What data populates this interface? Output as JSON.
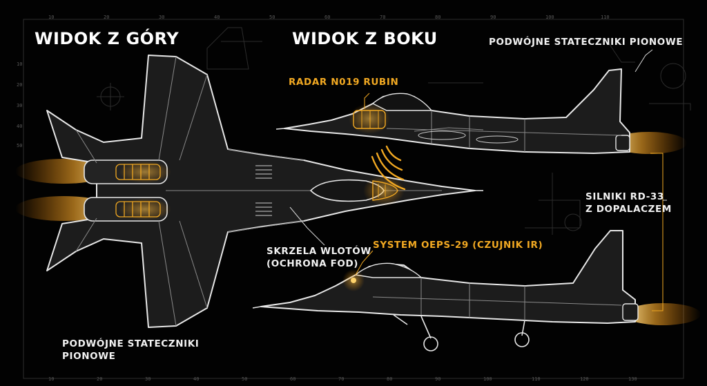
{
  "headings": {
    "top_view": "WIDOK Z GÓRY",
    "side_view": "WIDOK Z BOKU"
  },
  "labels": {
    "vertical_stabilizers_side": "PODWÓJNE STATECZNIKI PIONOWE",
    "radar": "RADAR N019 RUBIN",
    "engines_line1": "SILNIKI RD-33",
    "engines_line2": "Z DOPALACZEM",
    "intake_line1": "SKRZELA WLOTÓW",
    "intake_line2": "(OCHRONA FOD)",
    "irst": "SYSTEM OEPS-29 (CZUJNIK IR)",
    "vertical_stabilizers_top_line1": "PODWÓJNE STATECZNIKI",
    "vertical_stabilizers_top_line2": "PIONOWE"
  },
  "rulers": {
    "top": [
      "10",
      "20",
      "30",
      "40",
      "50",
      "60",
      "70",
      "80",
      "90",
      "100",
      "110"
    ],
    "bottom": [
      "10",
      "20",
      "30",
      "40",
      "50",
      "60",
      "70",
      "80",
      "90",
      "100",
      "110",
      "120",
      "130"
    ],
    "left": [
      "10",
      "20",
      "30",
      "40",
      "50"
    ]
  },
  "colors": {
    "background": "#020202",
    "line": "#e8e8e8",
    "accent": "#f2a922",
    "glow": "#ffb22e",
    "grid": "#3a3a3a",
    "fill": "#1d1d1d"
  }
}
